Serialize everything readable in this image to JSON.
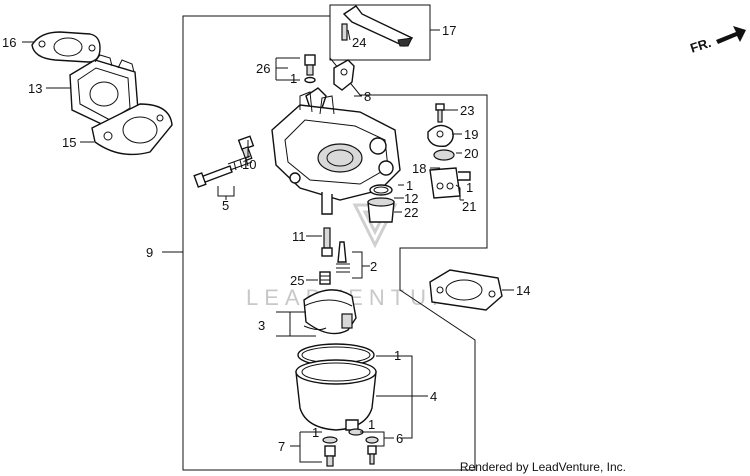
{
  "labels": {
    "l1": "1",
    "l2": "2",
    "l3": "3",
    "l4": "4",
    "l5": "5",
    "l6": "6",
    "l7": "7",
    "l8": "8",
    "l9": "9",
    "l10": "10",
    "l11": "11",
    "l12": "12",
    "l13": "13",
    "l14": "14",
    "l15": "15",
    "l16": "16",
    "l17": "17",
    "l18": "18",
    "l19": "19",
    "l20": "20",
    "l21": "21",
    "l22": "22",
    "l23": "23",
    "l24": "24",
    "l25": "25",
    "l26": "26"
  },
  "direction": {
    "label": "FR."
  },
  "watermark": {
    "text": "LEADVENTURE"
  },
  "credit": {
    "text": "Rendered by LeadVenture, Inc."
  }
}
